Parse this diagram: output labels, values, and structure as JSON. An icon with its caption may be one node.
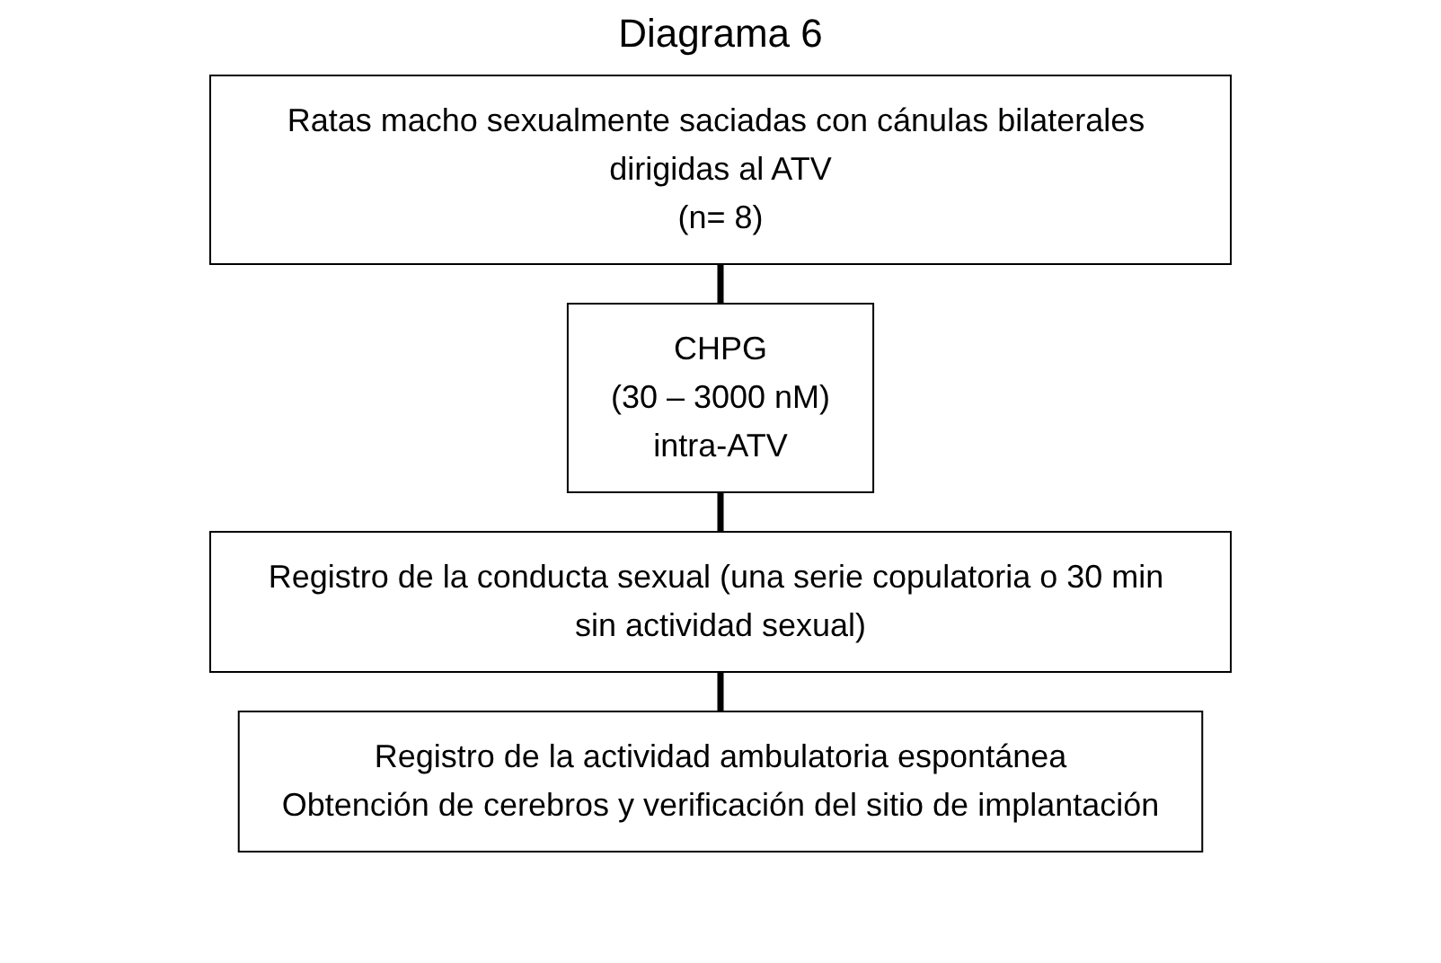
{
  "diagram": {
    "title": "Diagrama 6",
    "nodes": [
      {
        "text": [
          "Ratas macho sexualmente saciadas con cánulas bilaterales dirigidas al ATV",
          "(n= 8)"
        ]
      },
      {
        "text": [
          "CHPG",
          "(30 – 3000 nM)",
          "intra-ATV"
        ]
      },
      {
        "text": [
          "Registro de la conducta sexual (una serie copulatoria o 30 min sin actividad sexual)"
        ]
      },
      {
        "text": [
          "Registro de la actividad ambulatoria espontánea",
          "Obtención de cerebros y verificación del sitio de implantación"
        ]
      }
    ],
    "edges": [
      {
        "from": 0,
        "to": 1,
        "arrow": "none"
      },
      {
        "from": 1,
        "to": 2,
        "arrow": "none"
      },
      {
        "from": 2,
        "to": 3,
        "arrow": "none"
      }
    ]
  }
}
